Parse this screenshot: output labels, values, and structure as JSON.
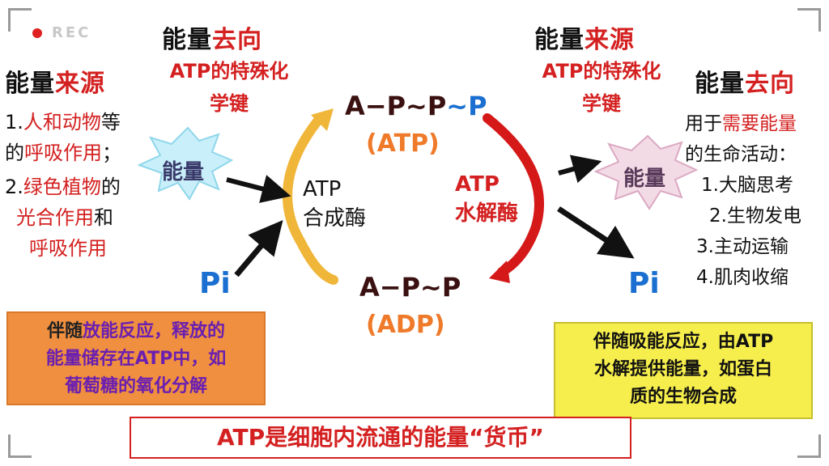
{
  "rec": {
    "label": "REC"
  },
  "left": {
    "source_title_a": "能量",
    "source_title_b": "来源",
    "line1_num": "1.",
    "line1_red": "人和动物",
    "line1_rest": "等",
    "line2_pre": "的",
    "line2_red": "呼吸作用",
    "line2_rest": "；",
    "line3_num": "2.",
    "line3_red": "绿色植物",
    "line3_rest": "的",
    "line4_red": "光合作用",
    "line4_rest": "和",
    "line5_red": "呼吸作用"
  },
  "upper_left": {
    "title_a": "能量",
    "title_b": "去向",
    "sub1": "ATP的特殊化",
    "sub2": "学键"
  },
  "upper_right": {
    "title_a": "能量",
    "title_b": "来源",
    "sub1": "ATP的特殊化",
    "sub2": "学键"
  },
  "right": {
    "title_a": "能量",
    "title_b": "去向",
    "intro_pre": "用于",
    "intro_red": "需要能量",
    "intro2": "的生命活动：",
    "items": [
      "1.大脑思考",
      "2.生物发电",
      "3.主动运输",
      "4.肌肉收缩"
    ]
  },
  "cycle": {
    "atp_formula_a": "A−P~P",
    "atp_formula_b": "~P",
    "atp_name": "(ATP)",
    "adp_formula": "A−P~P",
    "adp_name": "(ADP)",
    "synthase_1": "ATP",
    "synthase_2": "合成酶",
    "hydrolase_1": "ATP",
    "hydrolase_2": "水解酶",
    "energy_left": "能量",
    "energy_right": "能量",
    "pi_left": "Pi",
    "pi_right": "Pi"
  },
  "orange_box": {
    "l1_a": "伴随",
    "l1_b": "放能反应",
    "l1_c": "，释放的",
    "l2": "能量储存在ATP中，如",
    "l3": "葡萄糖的氧化分解"
  },
  "yellow_box": {
    "l1": "伴随吸能反应，由ATP",
    "l2": "水解提供能量，如蛋白",
    "l3": "质的生物合成"
  },
  "bottom": {
    "text": "ATP是细胞内流通的能量“货币”"
  },
  "colors": {
    "red": "#d42020",
    "orange": "#ef8f3f",
    "yellow": "#f6ee4c",
    "blue": "#1a6fd0",
    "arrow_gold": "#f0b63a",
    "arrow_red": "#d51818"
  }
}
